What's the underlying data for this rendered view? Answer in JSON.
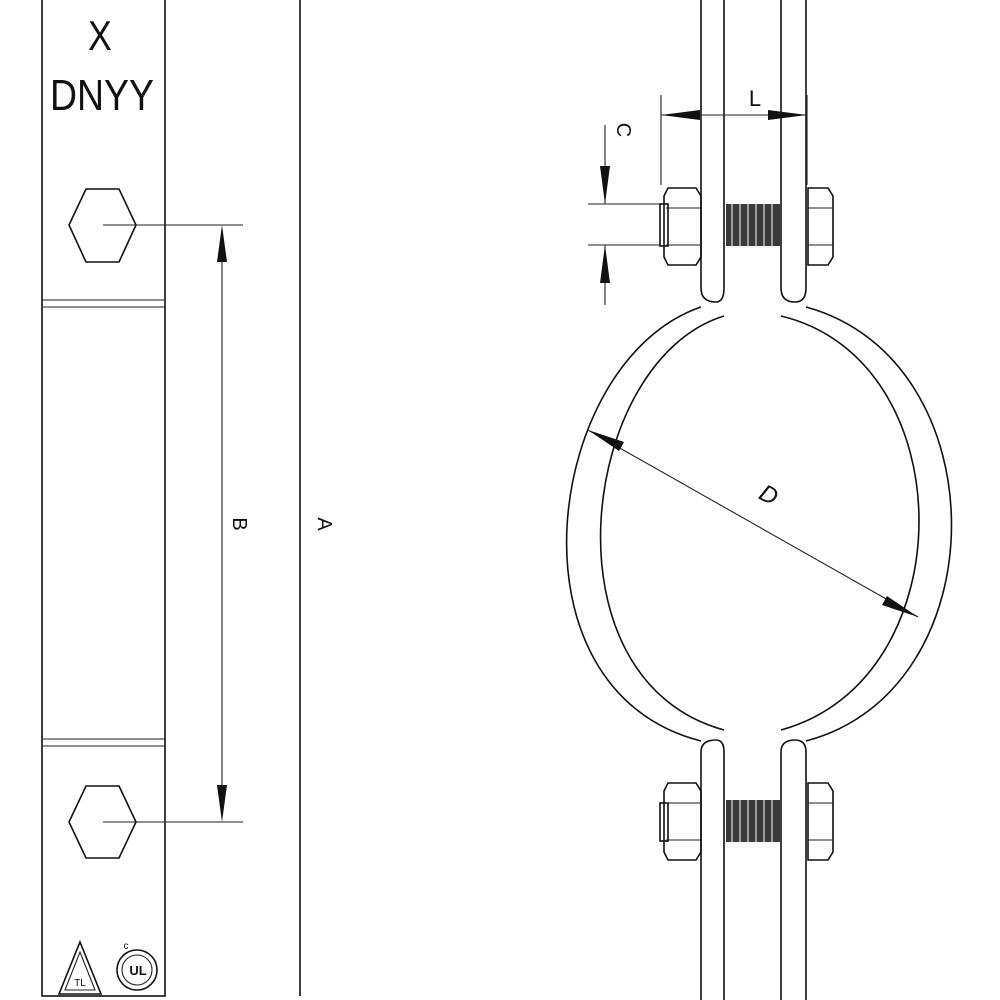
{
  "labels": {
    "x_mark": "X",
    "marking": "DNYY",
    "dim_a": "A",
    "dim_b": "B",
    "dim_c": "C",
    "dim_l": "L",
    "dim_d": "D"
  },
  "colors": {
    "line": "#111111",
    "thread": "#3a3a3a",
    "background": "#ffffff"
  },
  "icons": [
    "certification-triangle-icon",
    "ul-listed-icon"
  ]
}
